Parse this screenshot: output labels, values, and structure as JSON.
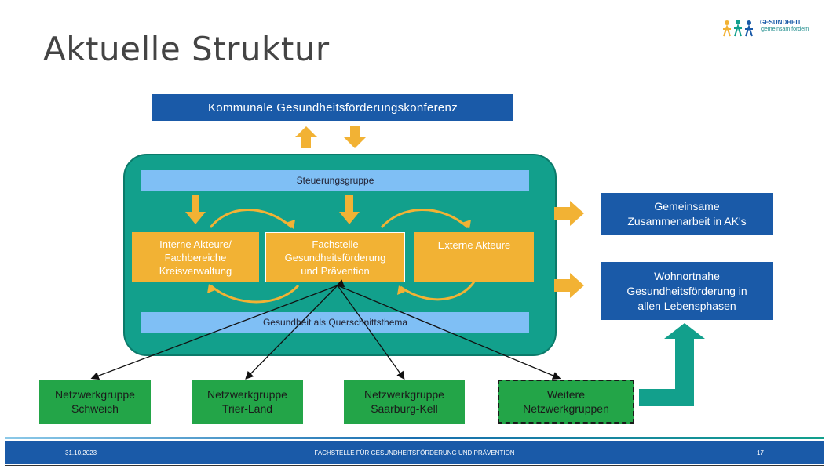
{
  "slide": {
    "title": "Aktuelle Struktur",
    "logo": {
      "line1": "GESUNDHEIT",
      "line2": "gemeinsam fördern"
    }
  },
  "diagram": {
    "top_box": "Kommunale Gesundheitsförderungskonferenz",
    "steuerung": "Steuerungsgruppe",
    "interne": [
      "Interne Akteure/",
      "Fachbereiche",
      "Kreisverwaltung"
    ],
    "fachstelle": [
      "Fachstelle",
      "Gesundheitsförderung",
      "und Prävention"
    ],
    "externe": "Externe Akteure",
    "querschnitt": "Gesundheit als Querschnittsthema",
    "right_box_1": [
      "Gemeinsame",
      "Zusammenarbeit  in AK's"
    ],
    "right_box_2": [
      "Wohnortnahe",
      "Gesundheitsförderung  in",
      "allen Lebensphasen"
    ],
    "network_groups": [
      [
        "Netzwerkgruppe",
        "Schweich"
      ],
      [
        "Netzwerkgruppe",
        "Trier-Land"
      ],
      [
        "Netzwerkgruppe",
        "Saarburg-Kell"
      ],
      [
        "Weitere",
        "Netzwerkgruppen"
      ]
    ]
  },
  "footer": {
    "date": "31.10.2023",
    "center": "FACHSTELLE FÜR GESUNDHEITSFÖRDERUNG UND PRÄVENTION",
    "page": "17"
  },
  "colors": {
    "blue": "#1a5aa8",
    "teal": "#12a08c",
    "light_blue": "#7fbff5",
    "orange": "#f2b234",
    "green": "#23a548"
  }
}
